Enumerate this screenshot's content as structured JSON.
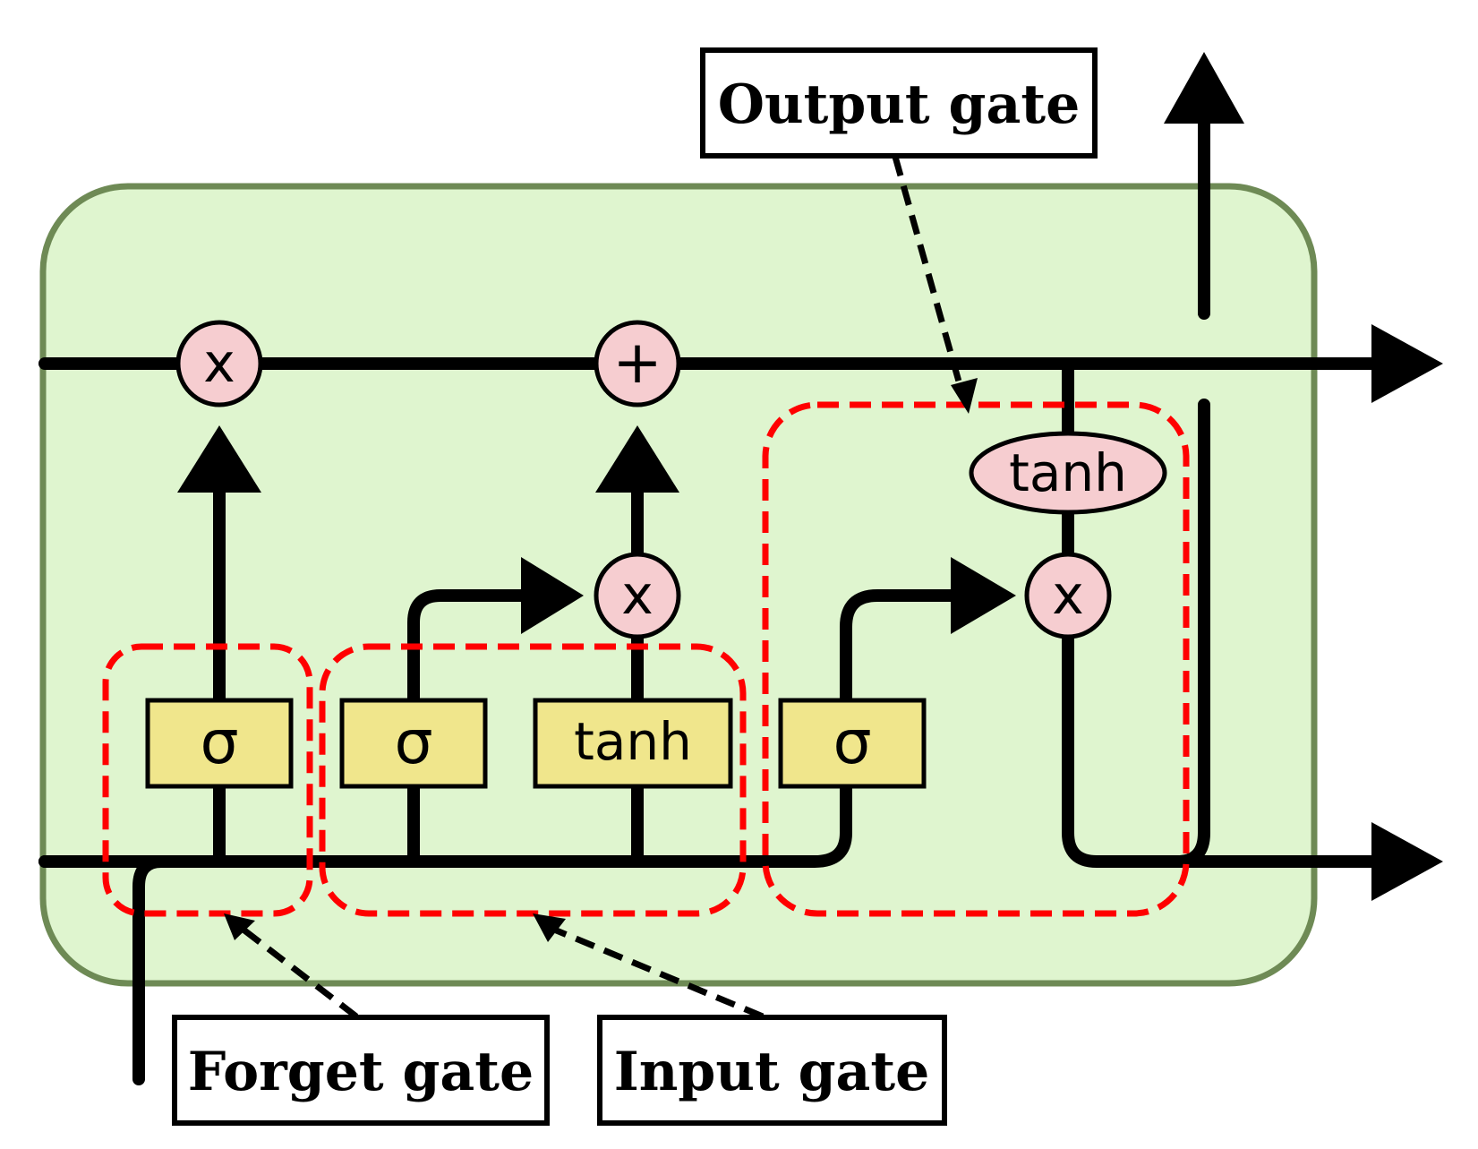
{
  "diagram": {
    "colors": {
      "cell_fill": "#dff5cf",
      "cell_border": "#6e8a55",
      "layer_fill": "#f0e68c",
      "op_fill": "#f6cdd0",
      "gate_outline": "#ff0000",
      "line": "#000000"
    },
    "callouts": {
      "output": "Output gate",
      "forget": "Forget gate",
      "input": "Input gate"
    },
    "layers": {
      "forget_sigma": "σ",
      "input_sigma": "σ",
      "input_tanh": "tanh",
      "output_sigma": "σ"
    },
    "ops": {
      "forget_mul": "x",
      "cell_add": "+",
      "input_mul": "x",
      "output_mul": "x",
      "output_tanh": "tanh"
    }
  }
}
